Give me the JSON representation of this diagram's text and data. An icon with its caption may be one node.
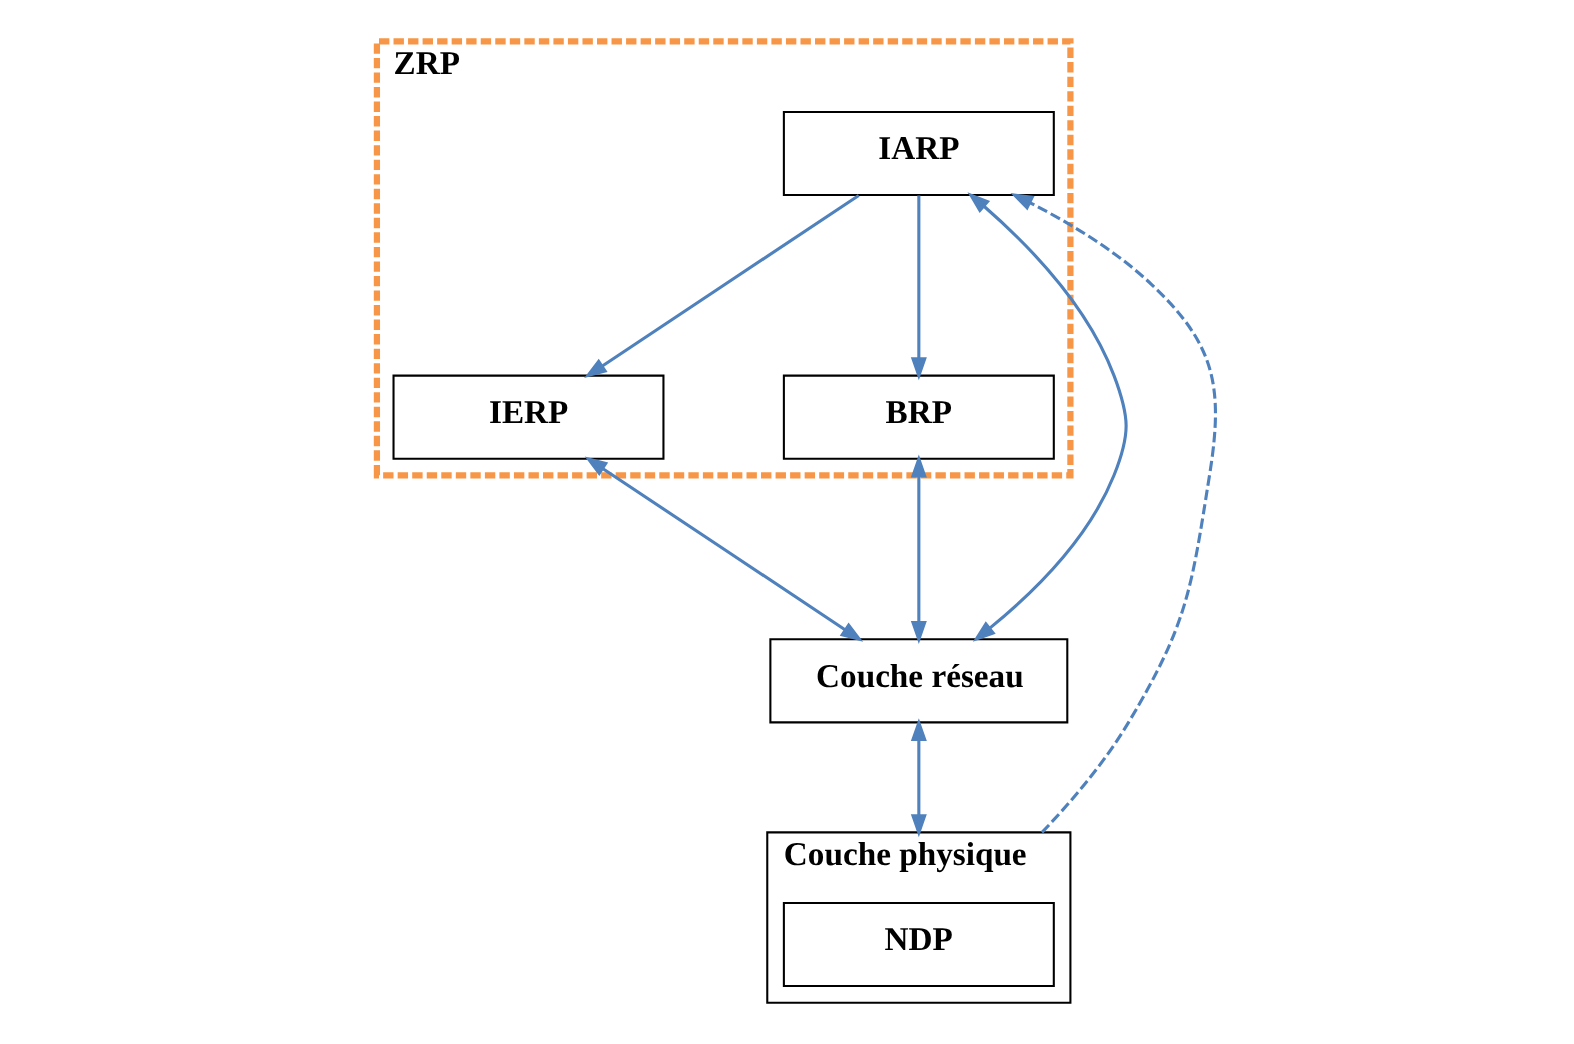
{
  "diagram": {
    "nodes": [
      {
        "text": [
          "ZRP"
        ]
      },
      {
        "text": [
          "IARP"
        ],
        "in": 0
      },
      {
        "text": [
          "IERP"
        ],
        "in": 0
      },
      {
        "text": [
          "BRP"
        ],
        "in": 0
      },
      {
        "text": [
          "Couche réseau"
        ]
      },
      {
        "text": [
          "Couche physique"
        ]
      },
      {
        "text": [
          "NDP"
        ],
        "in": 5
      }
    ],
    "edges": [
      {
        "from": 1,
        "to": 2,
        "arrow": "to"
      },
      {
        "from": 1,
        "to": 3,
        "arrow": "to"
      },
      {
        "from": 1,
        "to": 4,
        "arrow": "both"
      },
      {
        "from": 2,
        "to": 4,
        "arrow": "both"
      },
      {
        "from": 3,
        "to": 4,
        "arrow": "both"
      },
      {
        "from": 4,
        "to": 5,
        "arrow": "both"
      },
      {
        "from": 5,
        "to": 1,
        "arrow": "to",
        "style": "dashed"
      }
    ]
  }
}
